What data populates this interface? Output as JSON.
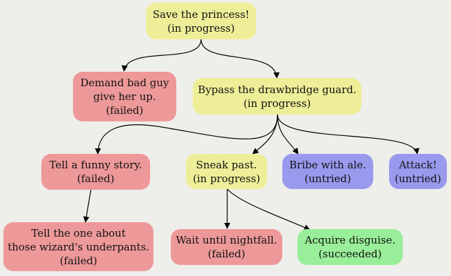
{
  "nodes": {
    "root": {
      "lines": [
        "Save the princess!",
        "(in progress)"
      ],
      "color": "#eeee99"
    },
    "demand": {
      "lines": [
        "Demand bad guy",
        "give her up.",
        "(failed)"
      ],
      "color": "#ee9999"
    },
    "bypass": {
      "lines": [
        "Bypass the drawbridge guard.",
        "(in progress)"
      ],
      "color": "#eeee99"
    },
    "funny": {
      "lines": [
        "Tell a funny story.",
        "(failed)"
      ],
      "color": "#ee9999"
    },
    "sneak": {
      "lines": [
        "Sneak past.",
        "(in progress)"
      ],
      "color": "#eeee99"
    },
    "bribe": {
      "lines": [
        "Bribe with ale.",
        "(untried)"
      ],
      "color": "#9999ee"
    },
    "attack": {
      "lines": [
        "Attack!",
        "(untried)"
      ],
      "color": "#9999ee"
    },
    "wizard": {
      "lines": [
        "Tell the one about",
        "those wizard's underpants.",
        "(failed)"
      ],
      "color": "#ee9999"
    },
    "wait": {
      "lines": [
        "Wait until nightfall.",
        "(failed)"
      ],
      "color": "#ee9999"
    },
    "disguise": {
      "lines": [
        "Acquire disguise.",
        "(succeeded)"
      ],
      "color": "#99ee99"
    }
  },
  "edges": [
    {
      "from": "root",
      "to": "demand"
    },
    {
      "from": "root",
      "to": "bypass"
    },
    {
      "from": "bypass",
      "to": "funny"
    },
    {
      "from": "bypass",
      "to": "sneak"
    },
    {
      "from": "bypass",
      "to": "bribe"
    },
    {
      "from": "bypass",
      "to": "attack"
    },
    {
      "from": "funny",
      "to": "wizard"
    },
    {
      "from": "sneak",
      "to": "wait"
    },
    {
      "from": "sneak",
      "to": "disguise"
    }
  ]
}
